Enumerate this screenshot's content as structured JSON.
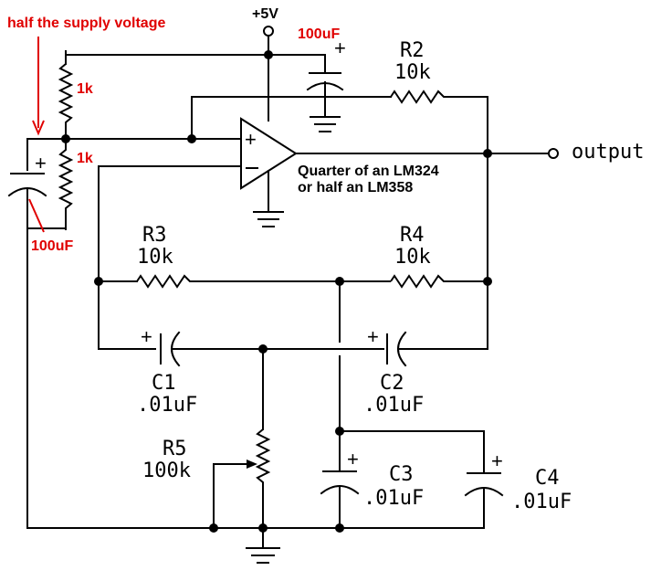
{
  "labels": {
    "annotation": "half the supply voltage",
    "supply": "+5V",
    "cap_top_value": "100uF",
    "cap_left_value": "100uF",
    "divider_top": "1k",
    "divider_bottom": "1k",
    "plus": "+",
    "opamp_line1": "Quarter of an LM324",
    "opamp_line2": "or half an LM358",
    "output": "output",
    "r2_name": "R2",
    "r2_value": "10k",
    "r3_name": "R3",
    "r3_value": "10k",
    "r4_name": "R4",
    "r4_value": "10k",
    "r5_name": "R5",
    "r5_value": "100k",
    "c1_name": "C1",
    "c1_value": ".01uF",
    "c2_name": "C2",
    "c2_value": ".01uF",
    "c3_name": "C3",
    "c3_value": ".01uF",
    "c4_name": "C4",
    "c4_value": ".01uF"
  },
  "colors": {
    "annotation": "#e00000",
    "line": "#000000",
    "background": "#ffffff"
  }
}
